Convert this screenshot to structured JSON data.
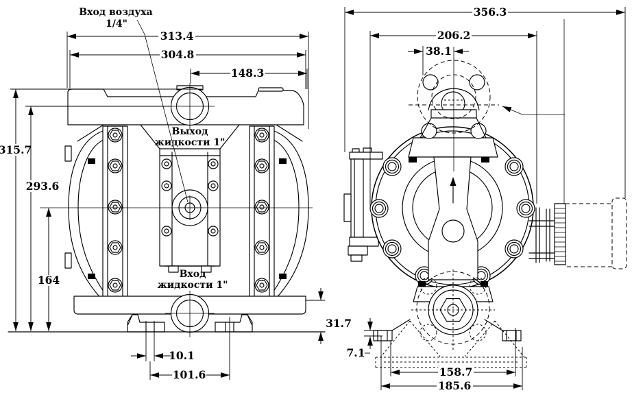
{
  "front_view": {
    "labels": {
      "air_inlet": [
        "Вход воздуха",
        "1/4\""
      ],
      "fluid_outlet": [
        "Выход",
        "жидкости 1\""
      ],
      "fluid_inlet": [
        "Вход",
        "жидкости 1\""
      ]
    },
    "dimensions": {
      "overall_width": "313.4",
      "body_width": "304.8",
      "outlet_offset": "148.3",
      "overall_height": "315.7",
      "outlet_height": "293.6",
      "center_height": "164",
      "foot_height": "31.7",
      "slot_width": "10.1",
      "foot_spacing": "101.6"
    }
  },
  "side_view": {
    "dimensions": {
      "overall_depth": "356.3",
      "body_depth": "206.2",
      "port_offset": "38.1",
      "pad_height": "7.1",
      "foot_length": "158.7",
      "base_length": "185.6"
    }
  },
  "colors": {
    "line": "#000000",
    "background": "#ffffff"
  }
}
